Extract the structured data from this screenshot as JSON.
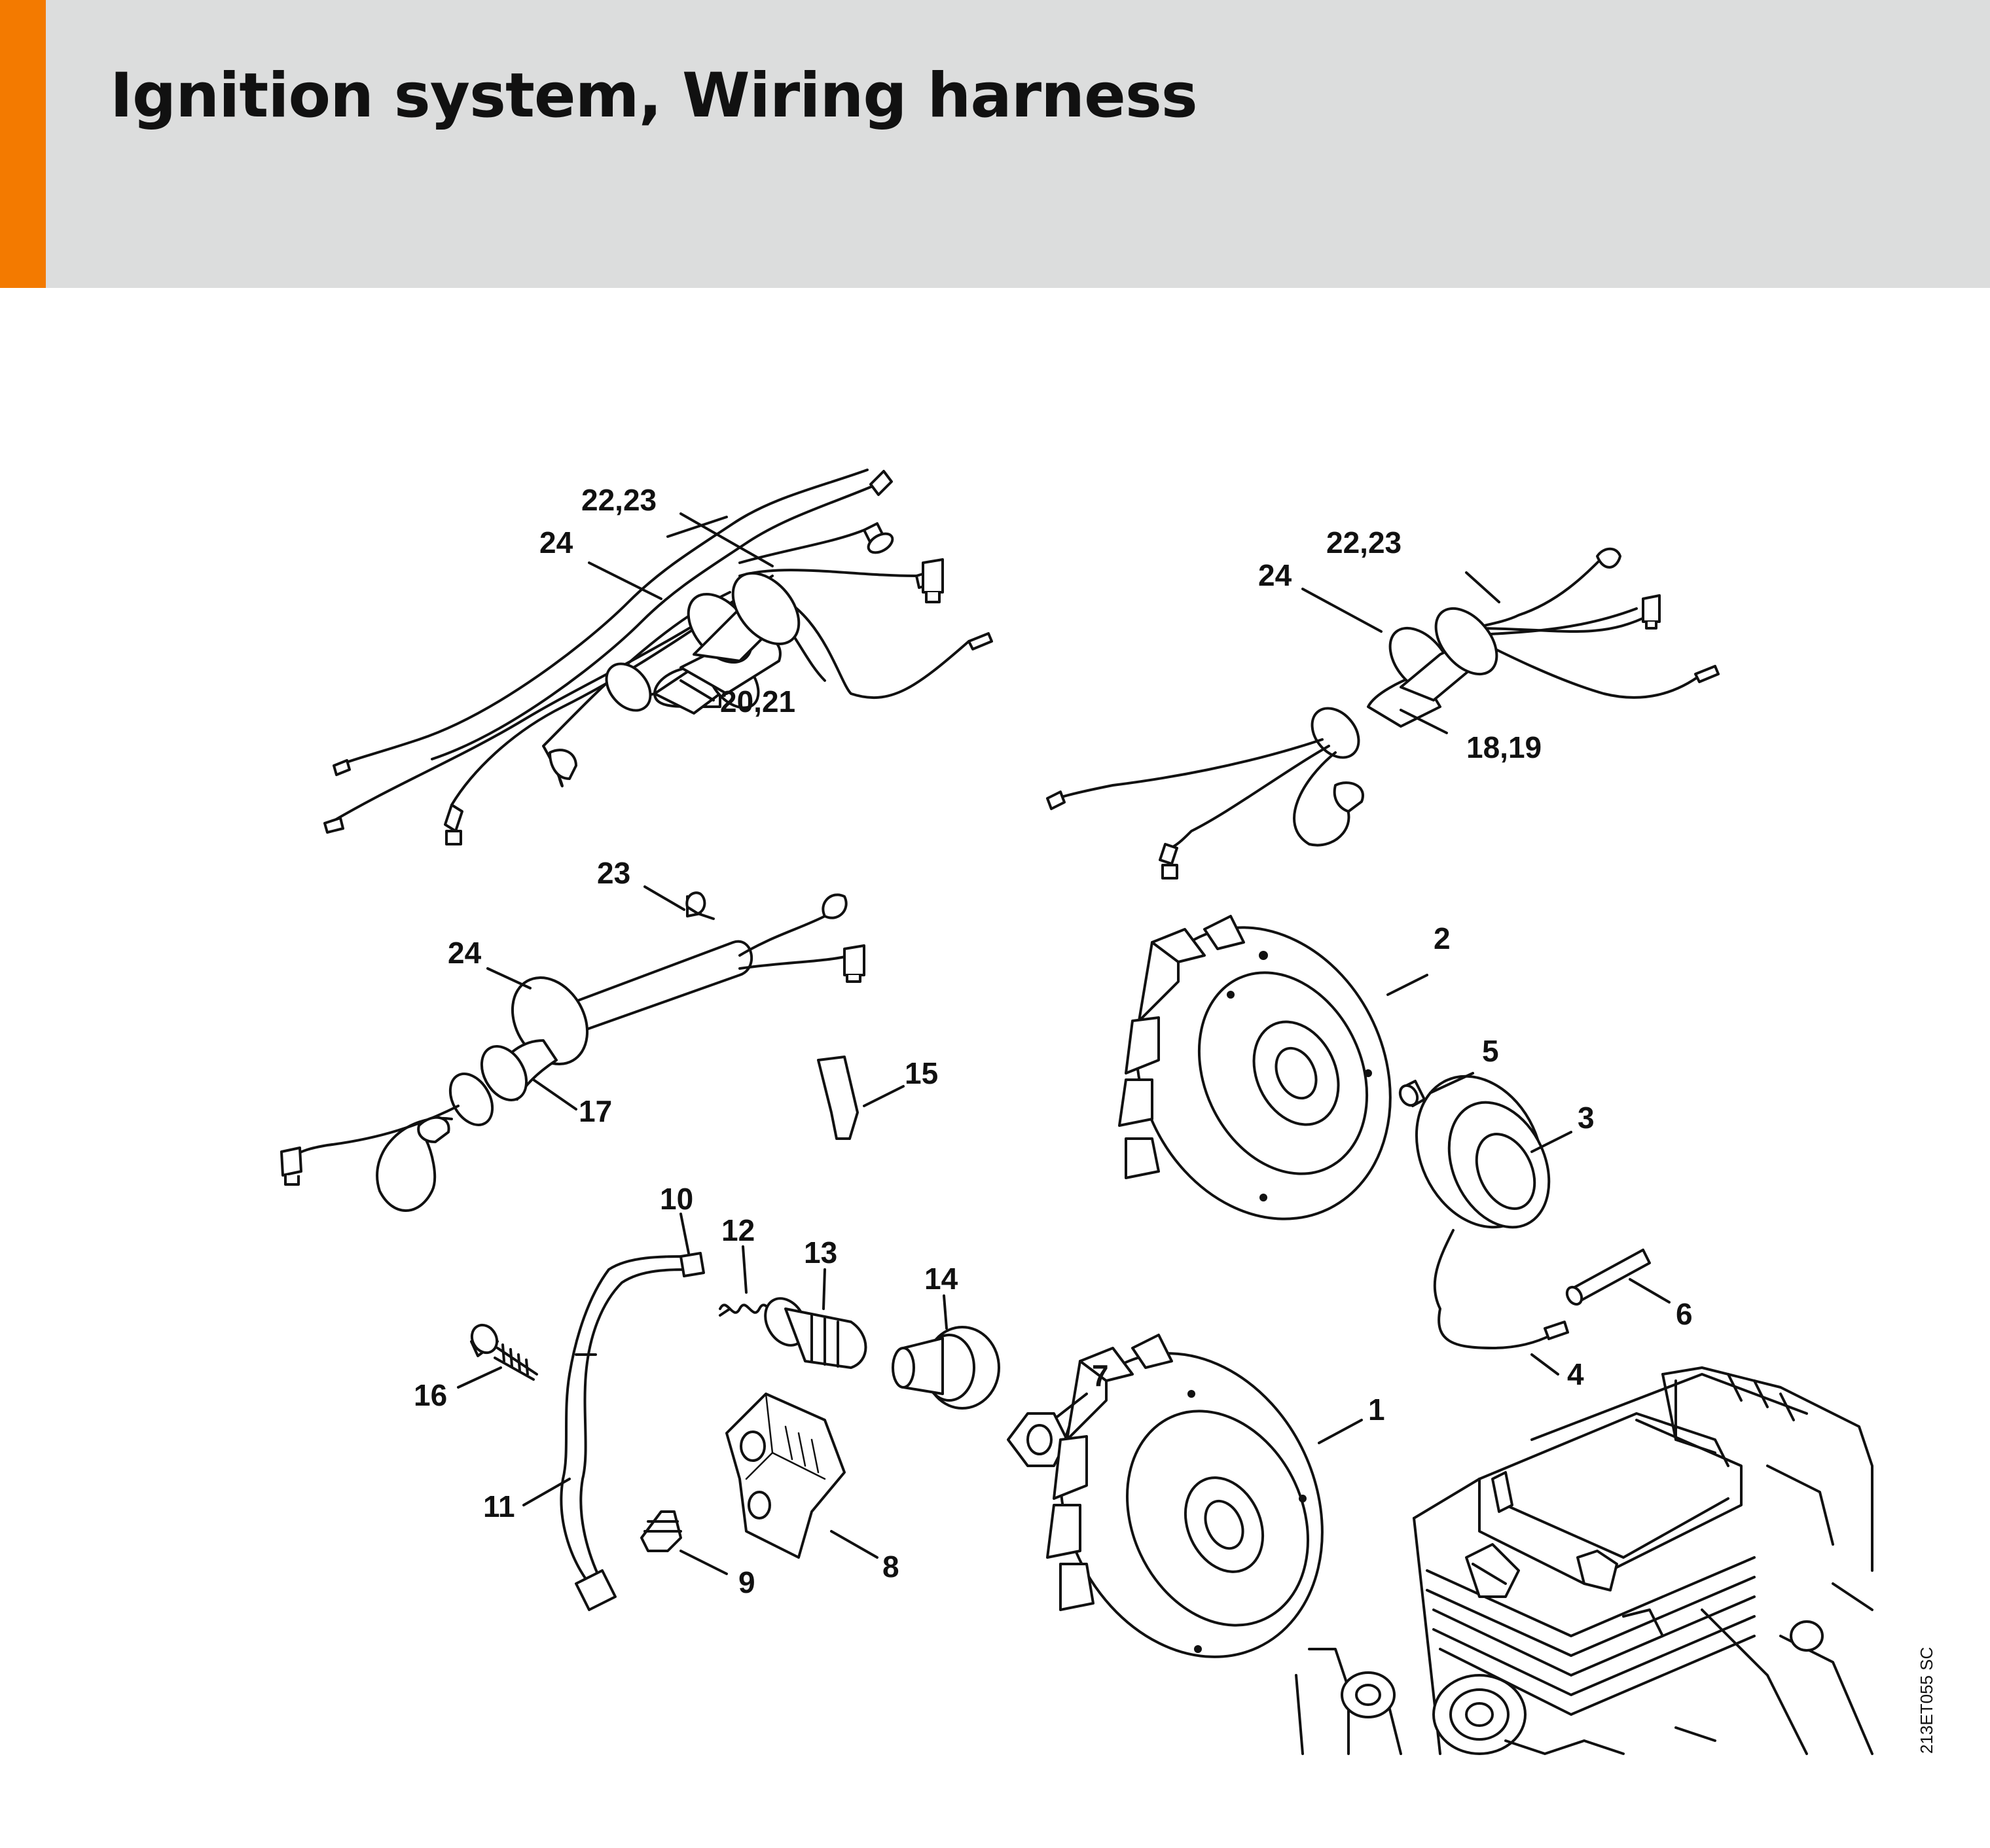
{
  "header": {
    "title": "Ignition system, Wiring harness",
    "accent_color": "#f37a00",
    "band_color": "#dcdddd"
  },
  "diagram": {
    "drawing_code": "213ET055 SC",
    "callouts": {
      "c1": "1",
      "c2": "2",
      "c3": "3",
      "c4": "4",
      "c5": "5",
      "c6": "6",
      "c7": "7",
      "c8": "8",
      "c9": "9",
      "c10": "10",
      "c11": "11",
      "c12": "12",
      "c13": "13",
      "c14": "14",
      "c15": "15",
      "c16": "16",
      "c17": "17",
      "c18_19": "18,19",
      "c20_21": "20,21",
      "c22_23_left": "22,23",
      "c22_23_right": "22,23",
      "c23": "23",
      "c24_top_left": "24",
      "c24_top_right": "24",
      "c24_mid": "24"
    }
  }
}
